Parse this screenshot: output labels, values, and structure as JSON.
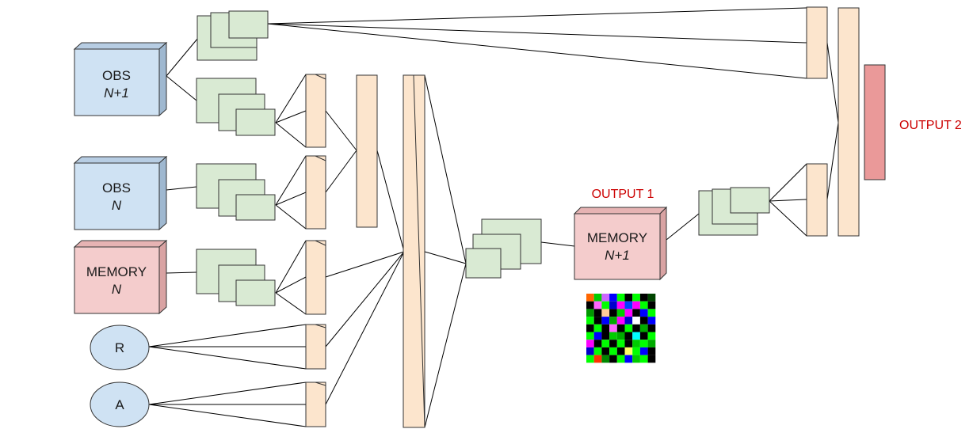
{
  "nodes": {
    "obs_next": {
      "line1": "OBS",
      "line2": "N+1"
    },
    "obs": {
      "line1": "OBS",
      "line2": "N"
    },
    "memory": {
      "line1": "MEMORY",
      "line2": "N"
    },
    "reward": {
      "label": "R"
    },
    "action": {
      "label": "A"
    },
    "memory_next": {
      "line1": "MEMORY",
      "line2": "N+1"
    }
  },
  "outputs": {
    "output1": "OUTPUT 1",
    "output2": "OUTPUT 2"
  },
  "colors": {
    "input_box": "#cfe2f3",
    "memory_box": "#f4cccc",
    "conv_layer": "#d9ead3",
    "dense_layer": "#fce5cd",
    "output_bar": "#ea9999",
    "output_label": "#cc0000"
  },
  "memory_pattern": [
    [
      "#ff6600",
      "#00cc00",
      "#cc66ff",
      "#0000ff",
      "#00ff00",
      "#000000",
      "#00ff00",
      "#000000",
      "#004400"
    ],
    [
      "#000000",
      "#ff66ff",
      "#00ff00",
      "#0000cc",
      "#ff00ff",
      "#0044ff",
      "#ff00ff",
      "#00ff00",
      "#000000"
    ],
    [
      "#009900",
      "#000000",
      "#ffcc99",
      "#000000",
      "#00cc00",
      "#ff00ff",
      "#000000",
      "#0000ff",
      "#00ff00"
    ],
    [
      "#00ff00",
      "#000000",
      "#0000ff",
      "#00aa00",
      "#ff00ff",
      "#0000cc",
      "#ffffff",
      "#000000",
      "#0000ff"
    ],
    [
      "#000000",
      "#00ff00",
      "#000000",
      "#ff66ff",
      "#000000",
      "#00ff00",
      "#000000",
      "#00aa00",
      "#000000"
    ],
    [
      "#00ff00",
      "#0000ff",
      "#000000",
      "#00cc00",
      "#00aa00",
      "#000000",
      "#00ffff",
      "#000000",
      "#00ff00"
    ],
    [
      "#ff00ff",
      "#000000",
      "#00ff00",
      "#000000",
      "#00ff00",
      "#000000",
      "#00cc00",
      "#00ff00",
      "#00aa00"
    ],
    [
      "#0000cc",
      "#00ff00",
      "#000000",
      "#00ff00",
      "#000000",
      "#ffff66",
      "#00ff00",
      "#0000ff",
      "#000000"
    ],
    [
      "#00ff00",
      "#ff3300",
      "#008800",
      "#000000",
      "#00ff00",
      "#0000ff",
      "#00cc00",
      "#00ff00",
      "#000000"
    ]
  ]
}
